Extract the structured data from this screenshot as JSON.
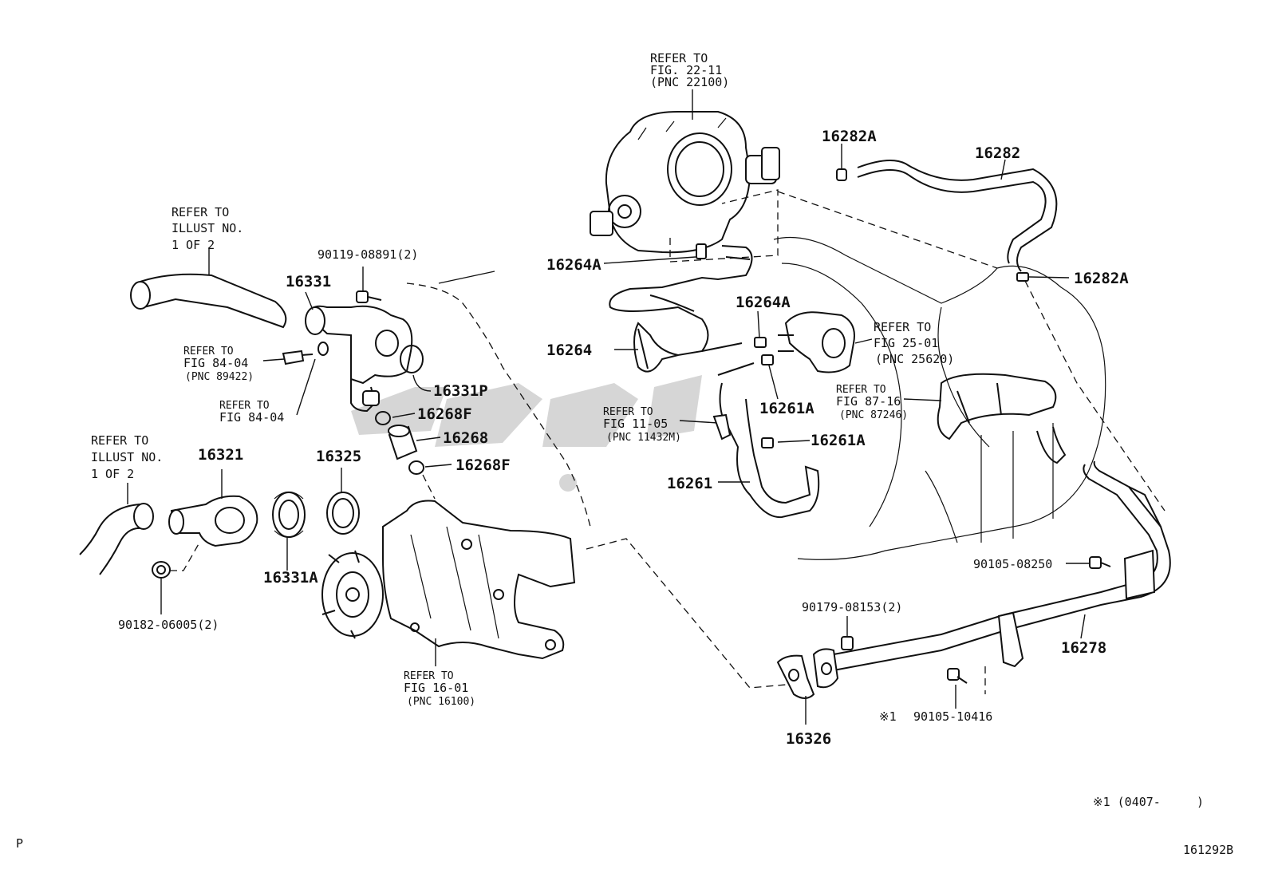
{
  "diagram": {
    "parts": {
      "p16282A_top": "16282A",
      "p16282": "16282",
      "p16282A_right": "16282A",
      "p90119": "90119-08891(2)",
      "p16331": "16331",
      "p16264A_left": "16264A",
      "p16264A_mid": "16264A",
      "p16264": "16264",
      "p16331P": "16331P",
      "p16268F_a": "16268F",
      "p16268": "16268",
      "p16268F_b": "16268F",
      "p16261A_a": "16261A",
      "p16261A_b": "16261A",
      "p16261": "16261",
      "p16321": "16321",
      "p16325": "16325",
      "p16331A": "16331A",
      "p90182": "90182-06005(2)",
      "p90105_08250": "90105-08250",
      "p90179": "90179-08153(2)",
      "p16278": "16278",
      "p16326": "16326",
      "p90105_10416": "90105-10416"
    },
    "refs": {
      "throttle": [
        "REFER TO",
        "FIG. 22-11",
        "(PNC 22100)"
      ],
      "illust_top": [
        "REFER TO",
        "ILLUST NO.",
        "1 OF 2"
      ],
      "sensor": [
        "REFER TO",
        "FIG 84-04",
        "(PNC 89422)"
      ],
      "fig8404": [
        "REFER TO",
        "FIG 84-04"
      ],
      "fig2501": [
        "REFER TO",
        "FIG 25-01",
        "(PNC 25620)"
      ],
      "fig8716": [
        "REFER TO",
        "FIG 87-16",
        "(PNC 87246)"
      ],
      "fig1105": [
        "REFER TO",
        "FIG 11-05",
        "(PNC 11432M)"
      ],
      "illust_bottom": [
        "REFER TO",
        "ILLUST NO.",
        "1 OF 2"
      ],
      "pump": [
        "REFER TO",
        "FIG 16-01",
        "(PNC 16100)"
      ]
    },
    "note_marker": "※1",
    "note_footer": "※1 (0407-     )",
    "corner_left": "P",
    "figure_code": "161292B"
  },
  "colors": {
    "line": "#111111",
    "watermark": "#cfcfcf"
  }
}
